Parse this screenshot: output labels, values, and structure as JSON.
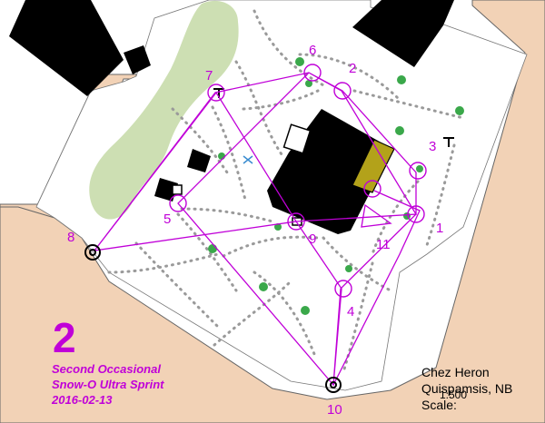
{
  "course": {
    "number": "2",
    "name_line1": "Second Occasional",
    "name_line2": "Snow-O Ultra Sprint",
    "date": "2016-02-13"
  },
  "map_info": {
    "place": "Chez Heron",
    "location": "Quispamsis, NB",
    "scale_label": "Scale:",
    "scale_value": "1:500"
  },
  "controls": [
    {
      "label": "1"
    },
    {
      "label": "2"
    },
    {
      "label": "3"
    },
    {
      "label": "4"
    },
    {
      "label": "5"
    },
    {
      "label": "6"
    },
    {
      "label": "7"
    },
    {
      "label": "8"
    },
    {
      "label": "9"
    },
    {
      "label": "10"
    },
    {
      "label": "11"
    }
  ],
  "colors": {
    "course": "#c000d8",
    "paved": "#f2d2b6",
    "vegetation": "#cddfb3",
    "building": "#000000",
    "tree": "#3aa84a",
    "trail_dots": "#9a9a9a",
    "olive_area": "#b3a21a"
  }
}
